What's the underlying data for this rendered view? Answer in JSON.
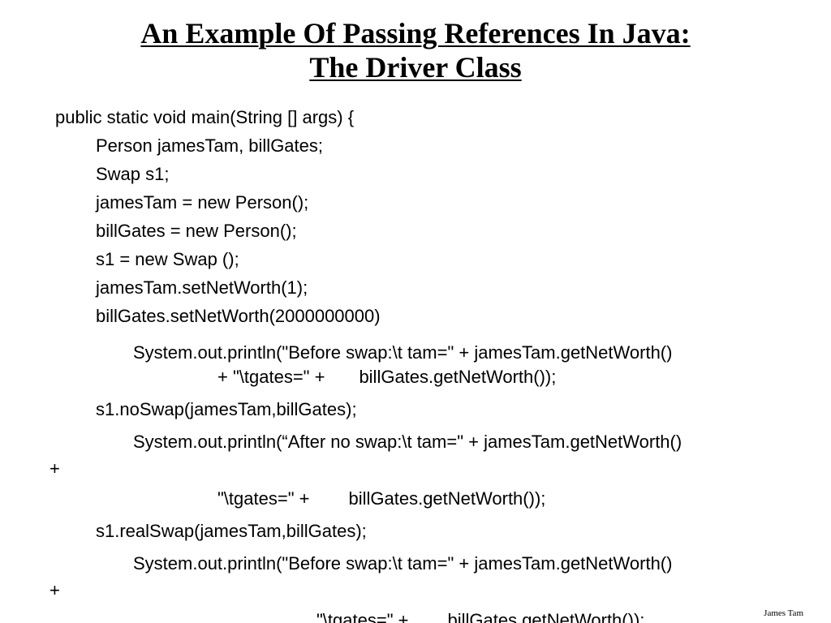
{
  "title": {
    "line1": "An Example Of Passing References In Java:",
    "line2": "The Driver Class"
  },
  "code": {
    "l01": "public static void main(String [] args) {",
    "l02": "Person jamesTam, billGates;",
    "l03": "Swap s1;",
    "l04": "jamesTam = new Person();",
    "l05": "billGates = new Person();",
    "l06": "s1 = new Swap ();",
    "l07": "jamesTam.setNetWorth(1);",
    "l08": "billGates.setNetWorth(2000000000)",
    "l09": "System.out.println(\"Before swap:\\t tam=\" + jamesTam.getNetWorth()",
    "l10a": "+ \"\\tgates=\" +",
    "l10b": "billGates.getNetWorth());",
    "l11": "s1.noSwap(jamesTam,billGates);",
    "l12": "System.out.println(“After no swap:\\t tam=\" + jamesTam.getNetWorth()",
    "l13": "+",
    "l14a": "\"\\tgates=\" +",
    "l14b": "billGates.getNetWorth());",
    "l15": "s1.realSwap(jamesTam,billGates);",
    "l16": "System.out.println(\"Before swap:\\t tam=\" + jamesTam.getNetWorth()",
    "l17": "+",
    "l18a": "\"\\tgates=\" +",
    "l18b": "billGates.getNetWorth());"
  },
  "footer": {
    "author": "James Tam"
  }
}
